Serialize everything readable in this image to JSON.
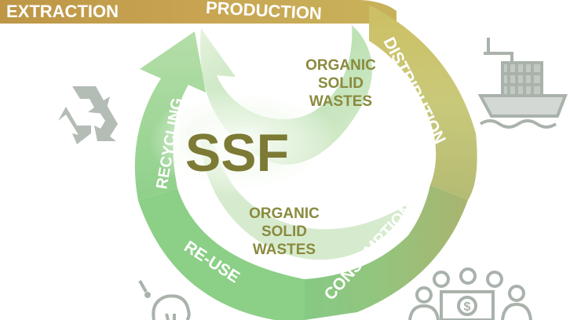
{
  "banner": {
    "extraction": "EXTRACTION",
    "production": "PRODUCTION"
  },
  "cycle": {
    "distribution": "DISTRIBUTION",
    "consumption": "CONSUMPTION",
    "reuse": "RE-USE",
    "recycling": "RECYCLING"
  },
  "center": {
    "title": "SSF",
    "upper_wastes": [
      "ORGANIC",
      "SOLID",
      "WASTES"
    ],
    "lower_wastes": [
      "ORGANIC",
      "SOLID",
      "WASTES"
    ]
  },
  "icons": [
    "recycle-icon",
    "cargo-ship-icon",
    "lightbulb-icon",
    "people-money-icon"
  ],
  "colors": {
    "extraction": "#bf9a4a",
    "production": "#c7a653",
    "distribution": "#c6c878",
    "consumption": "#b0b872",
    "reuse": "#8fcf8a",
    "recycling": "#a8d79a",
    "label_text": "#ffffff",
    "waste_text": "#8a8a3e",
    "ssf_text": "#7c7a34",
    "icon_gray": "#a9b2ab"
  }
}
